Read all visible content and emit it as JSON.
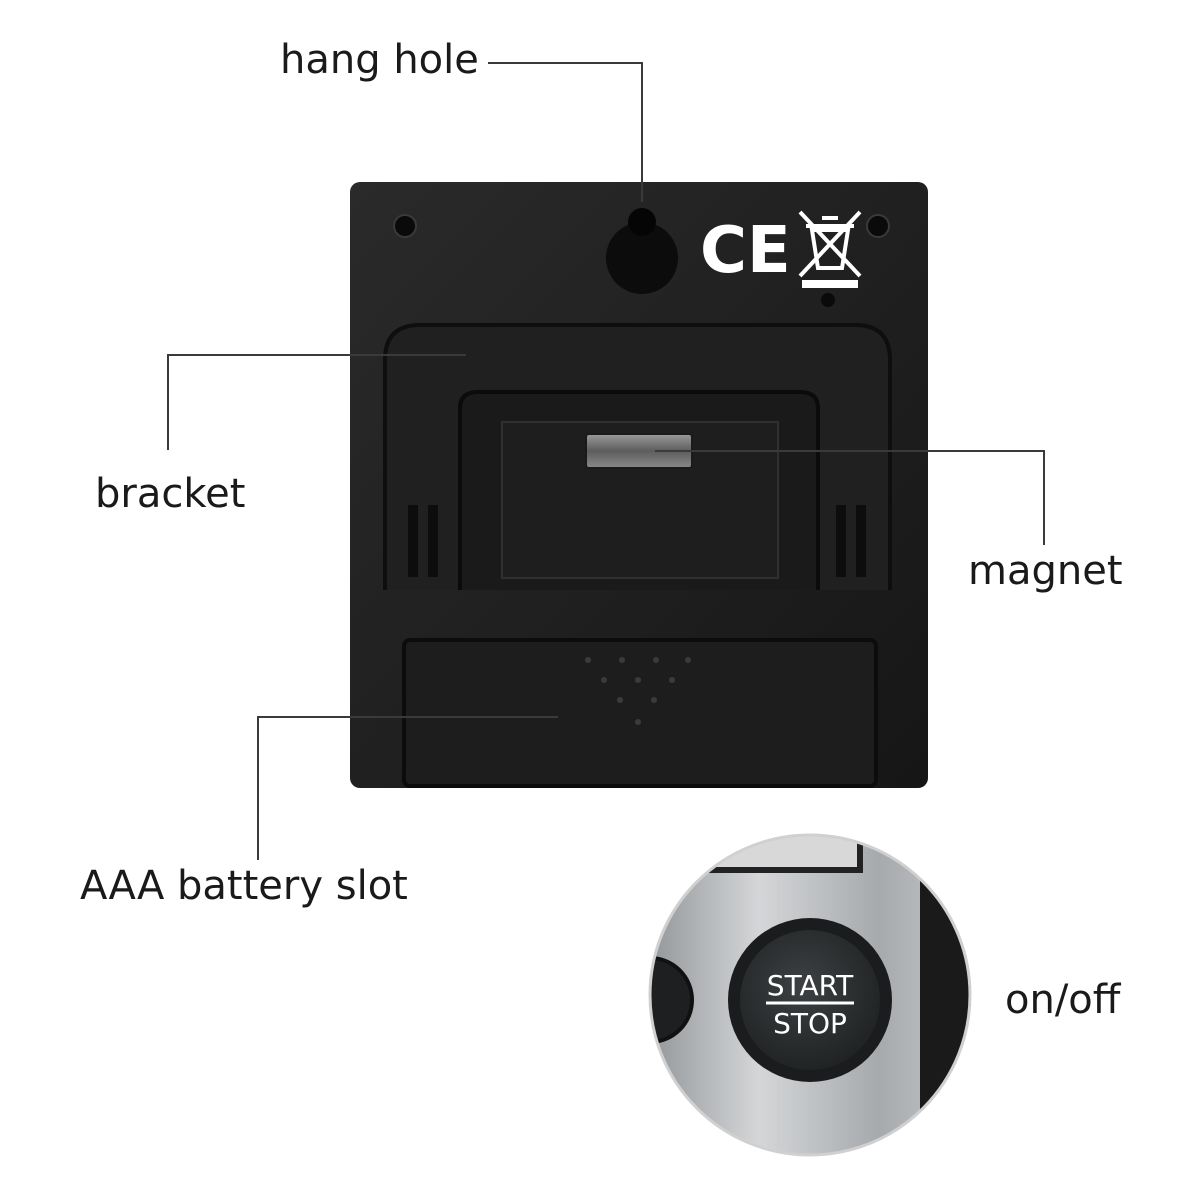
{
  "labels": {
    "hang_hole": "hang hole",
    "bracket": "bracket",
    "magnet": "magnet",
    "battery_slot": "AAA battery slot",
    "on_off": "on/off"
  },
  "markings": {
    "ce": "CE",
    "button_top": "START",
    "button_bottom": "STOP"
  },
  "icons": [
    "ce-mark-icon",
    "weee-crossed-bin-icon"
  ],
  "colors": {
    "device_body": "#1c1c1c",
    "leader_line": "#3a3a3a",
    "brushed_steel": "#b9bcbf",
    "button": "#2a2d2f"
  }
}
